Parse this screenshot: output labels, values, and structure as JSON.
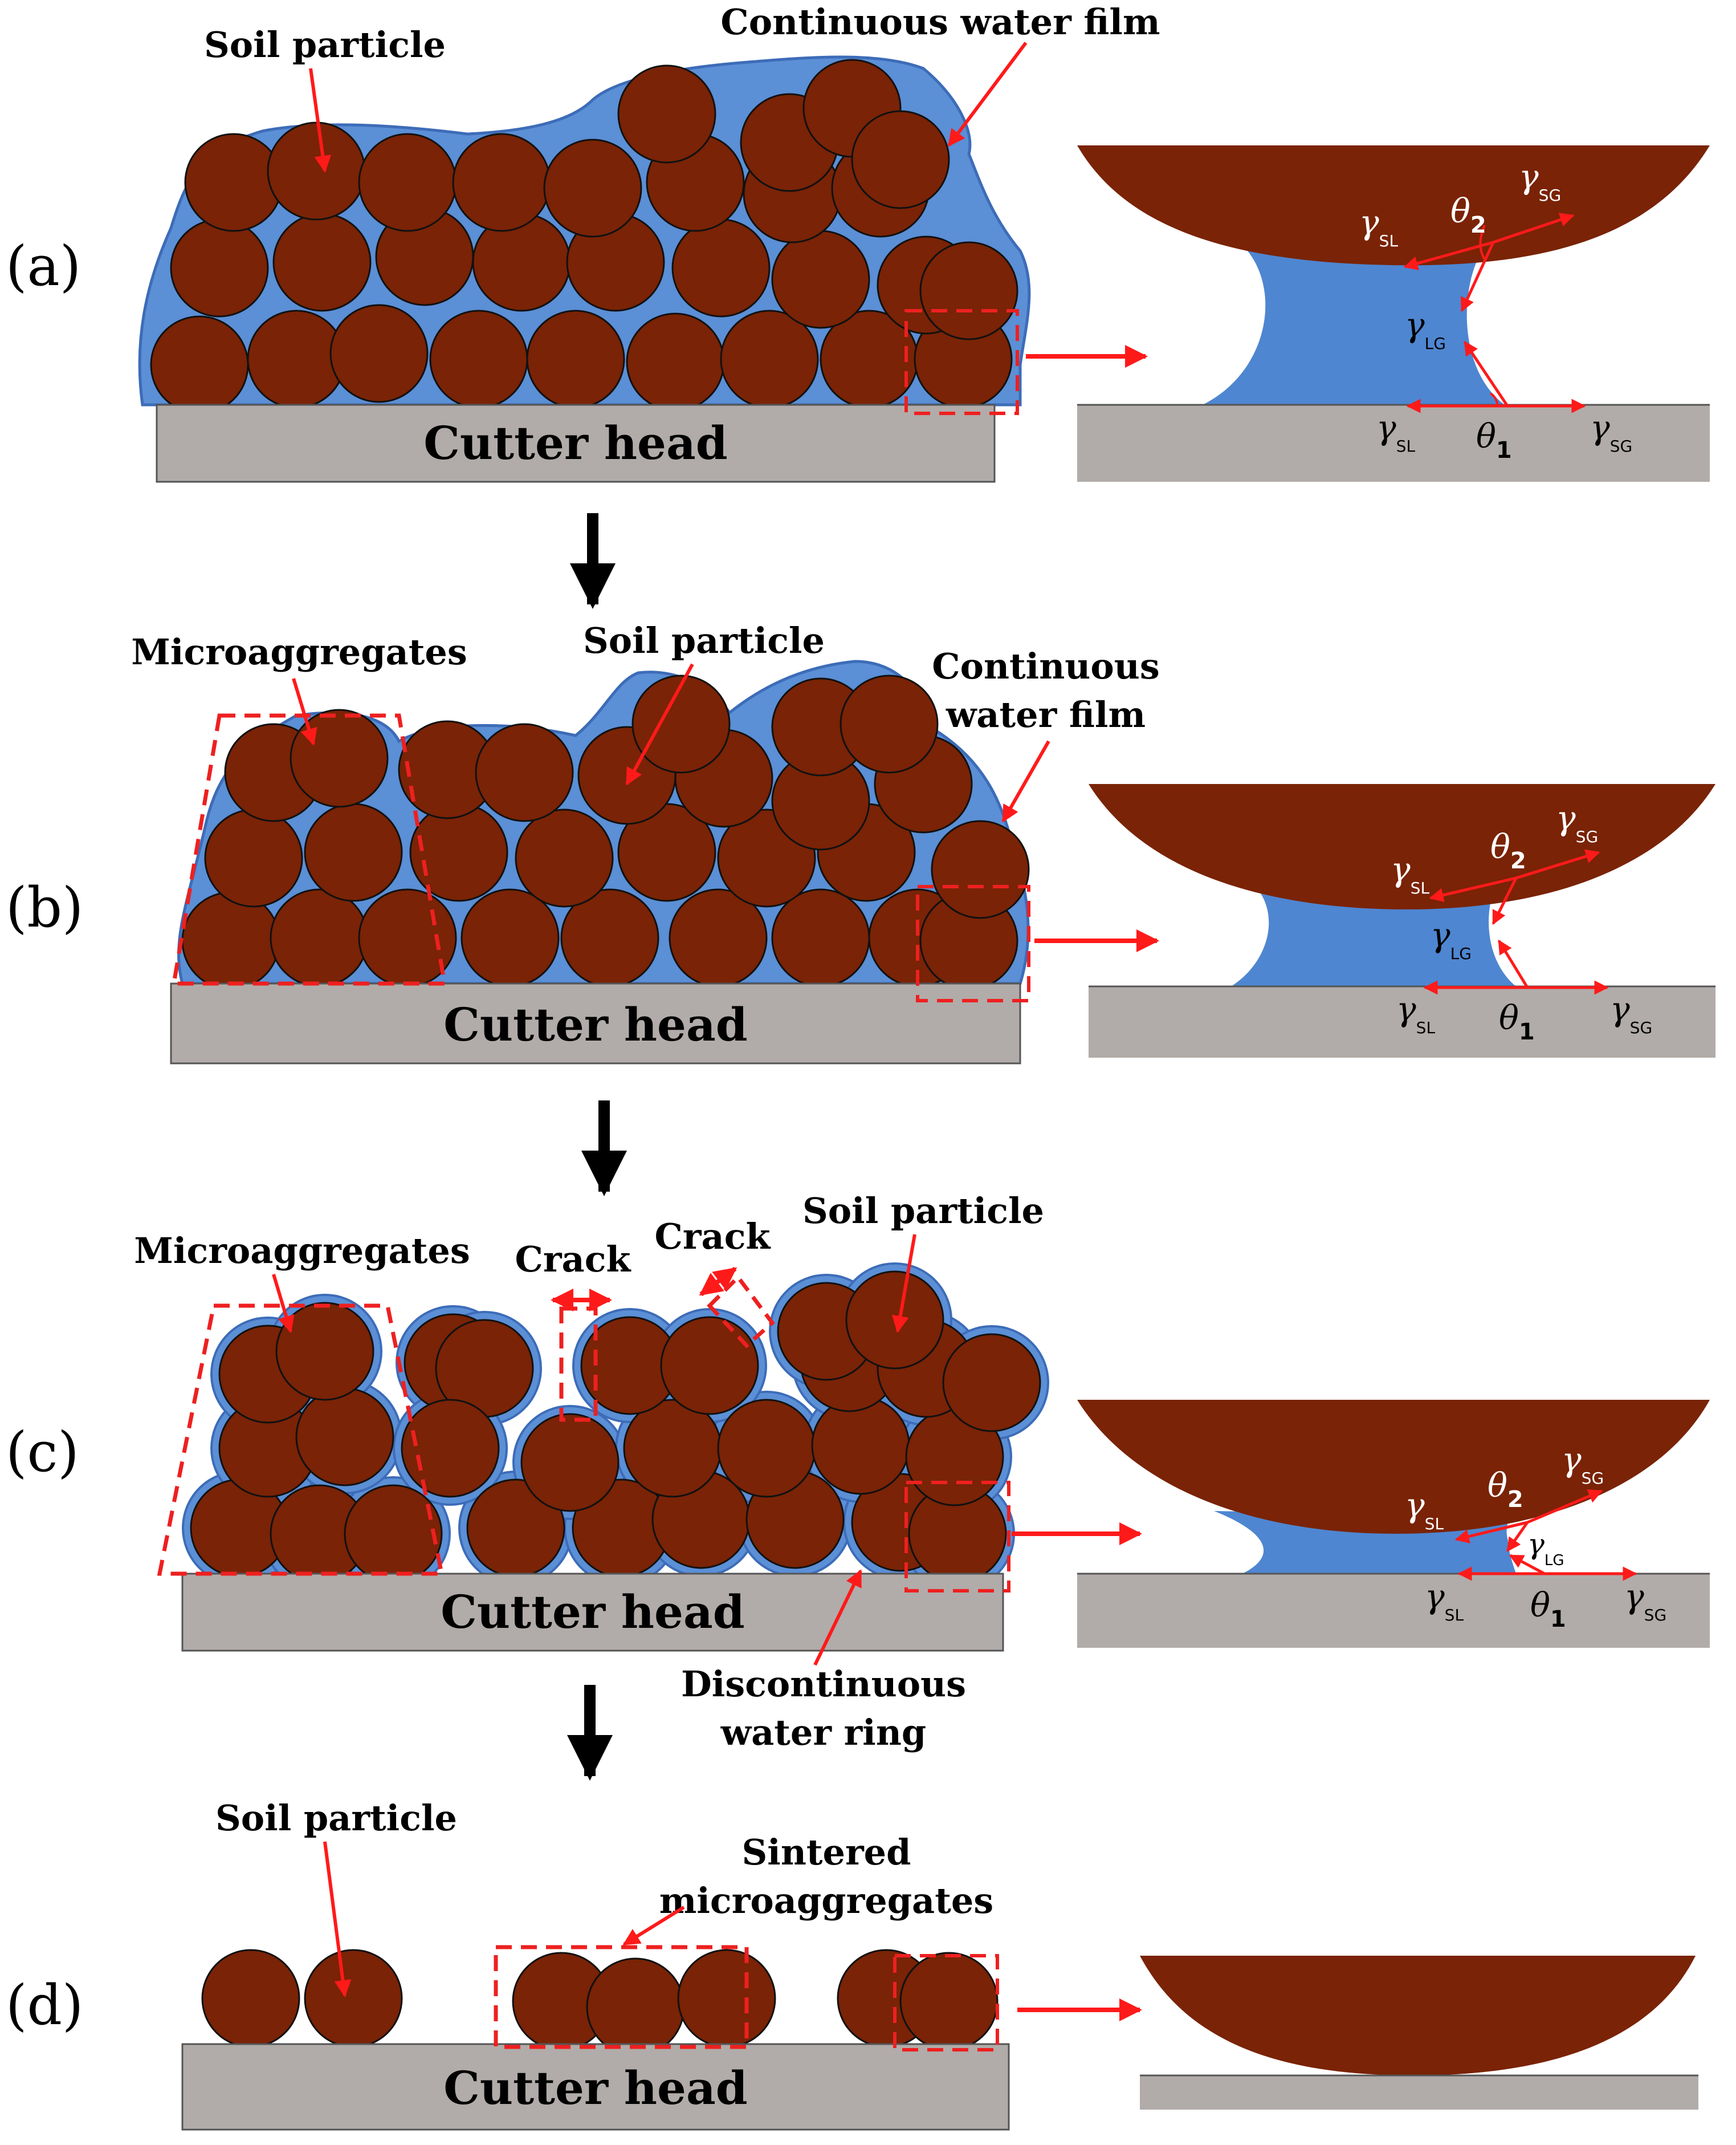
{
  "colors": {
    "soil": "#7a2306",
    "water": "#5b8fd6",
    "water_dark": "#3d6cb8",
    "plate": "#b1aca9",
    "arrow_red": "#ff1a1a",
    "dash_red": "#ee2020"
  },
  "panels": {
    "a": {
      "id": "(a)",
      "soil_label": "Soil particle",
      "film_label": "Continuous water film",
      "plate_label": "Cutter head"
    },
    "b": {
      "id": "(b)",
      "micro_label": "Microaggregates",
      "soil_label": "Soil particle",
      "film_label_1": "Continuous",
      "film_label_2": "water film",
      "plate_label": "Cutter head"
    },
    "c": {
      "id": "(c)",
      "micro_label": "Microaggregates",
      "crack_1": "Crack",
      "crack_2": "Crack",
      "soil_label": "Soil particle",
      "ring_label_1": "Discontinuous",
      "ring_label_2": "water ring",
      "plate_label": "Cutter head"
    },
    "d": {
      "id": "(d)",
      "soil_label": "Soil particle",
      "sinter_label_1": "Sintered",
      "sinter_label_2": "microaggregates",
      "plate_label": "Cutter head"
    }
  },
  "symbols": {
    "gamma": "γ",
    "theta": "θ",
    "SL": "SL",
    "SG": "SG",
    "LG": "LG",
    "one": "1",
    "two": "2"
  }
}
